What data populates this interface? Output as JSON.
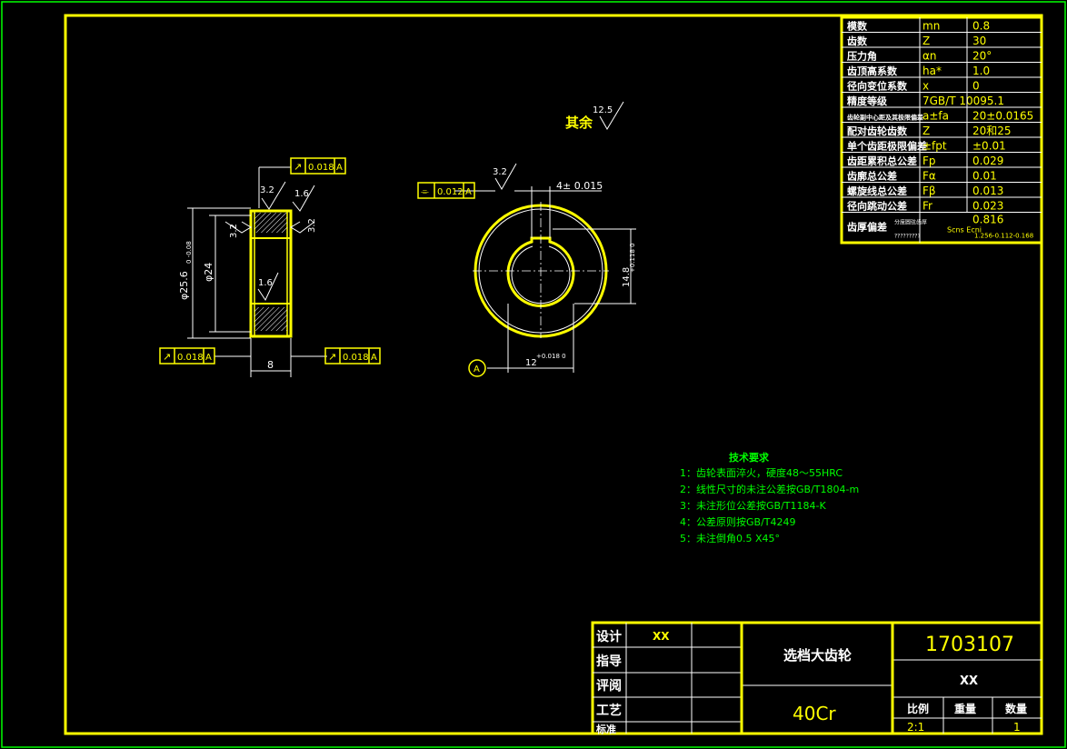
{
  "params": [
    {
      "name": "模数",
      "sym": "mn",
      "val": "0.8"
    },
    {
      "name": "齿数",
      "sym": "Z",
      "val": "30"
    },
    {
      "name": "压力角",
      "sym": "αn",
      "val": "20°"
    },
    {
      "name": "齿顶高系数",
      "sym": "ha*",
      "val": "1.0"
    },
    {
      "name": "径向变位系数",
      "sym": "x",
      "val": "0"
    },
    {
      "name": "精度等级",
      "sym": "7GB/T 10095.1",
      "val": ""
    },
    {
      "name": "齿轮副中心距及其极限偏差",
      "sym": "a±fa",
      "val": "20±0.0165"
    },
    {
      "name": "配对齿轮齿数",
      "sym": "Z",
      "val": "20和25"
    },
    {
      "name": "单个齿距极限偏差",
      "sym": "±fpt",
      "val": "±0.01"
    },
    {
      "name": "齿距累积总公差",
      "sym": "Fp",
      "val": "0.029"
    },
    {
      "name": "齿廓总公差",
      "sym": "Fα",
      "val": "0.01"
    },
    {
      "name": "螺旋线总公差",
      "sym": "Fβ",
      "val": "0.013"
    },
    {
      "name": "径向跳动公差",
      "sym": "Fr",
      "val": "0.023"
    }
  ],
  "thickness": {
    "name": "齿厚偏差",
    "sub": "分度圆弦齿厚",
    "sub2": "?????????",
    "sym": "Scns Ecni",
    "val": "0.816",
    "val2": "1.256-0.112-0.168"
  },
  "roughness_rest": {
    "label": "其余",
    "value": "12.5"
  },
  "side_view": {
    "gtol_top": {
      "sym": "↗",
      "val": "0.018",
      "datum": "A"
    },
    "gtol_left": {
      "sym": "↗",
      "val": "0.018",
      "datum": "A"
    },
    "gtol_right": {
      "sym": "↗",
      "val": "0.018",
      "datum": "A"
    },
    "rough_a": "3.2",
    "rough_b": "1.6",
    "rough_c": "3.2",
    "rough_d": "3.2",
    "rough_e": "1.6",
    "dim_outer": "φ25.6",
    "dim_outer_tol": "0 -0.08",
    "dim_bore": "φ24",
    "dim_width": "8"
  },
  "front_view": {
    "gtol": {
      "sym": "⌯",
      "val": "0.012",
      "datum": "A"
    },
    "rough": "3.2",
    "dim_key": "4± 0.015",
    "dim_height": "14.8",
    "dim_height_tol": "+0.118 0",
    "dim_bore": "12",
    "dim_bore_tol": "+0.018 0",
    "datum": "A"
  },
  "tech": {
    "title": "技术要求",
    "items": [
      "1：齿轮表面淬火，硬度48～55HRC",
      "2：线性尺寸的未注公差按GB/T1804-m",
      "3：未注形位公差按GB/T1184-K",
      "4：公差原则按GB/T4249",
      "5：未注倒角0.5 X45°"
    ]
  },
  "titleblock": {
    "rows": [
      "设计",
      "指导",
      "评阅",
      "工艺",
      "标准"
    ],
    "designer": "XX",
    "part_name": "选档大齿轮",
    "material": "40Cr",
    "drawing_no": "1703107",
    "org": "XX",
    "h_scale": "比例",
    "h_weight": "重量",
    "h_qty": "数量",
    "scale": "2:1",
    "weight": "",
    "qty": "1"
  }
}
